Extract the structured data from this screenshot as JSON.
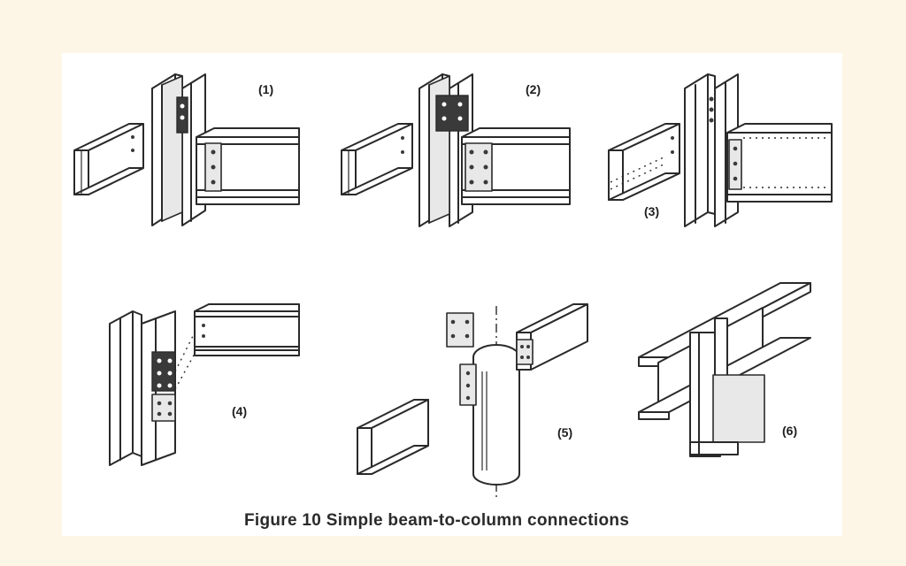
{
  "figure": {
    "caption": "Figure 10  Simple beam-to-column connections",
    "panels": [
      {
        "label": "(1)"
      },
      {
        "label": "(2)"
      },
      {
        "label": "(3)"
      },
      {
        "label": "(4)"
      },
      {
        "label": "(5)"
      },
      {
        "label": "(6)"
      }
    ]
  },
  "colors": {
    "background": "#fdf6e6",
    "panel": "#ffffff",
    "ink": "#2a2a2a"
  }
}
